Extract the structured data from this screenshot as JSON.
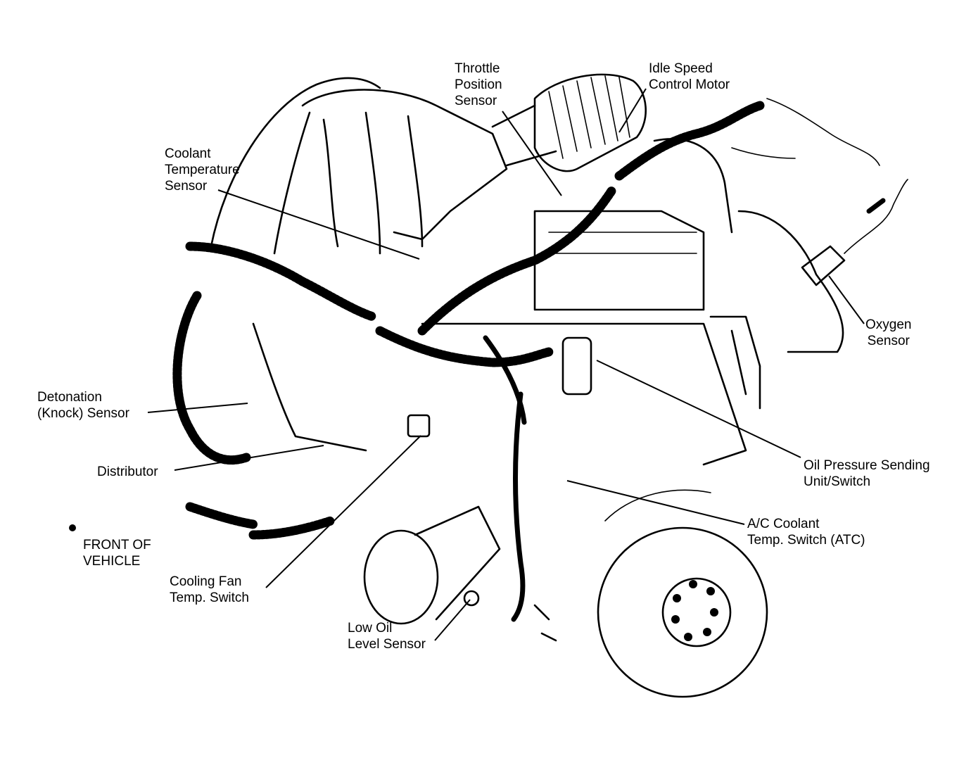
{
  "labels": {
    "throttle_position_sensor": [
      "Throttle",
      "Position",
      "Sensor"
    ],
    "idle_speed_control_motor": [
      "Idle Speed",
      "Control Motor"
    ],
    "coolant_temperature_sensor": [
      "Coolant",
      "Temperature",
      "Sensor"
    ],
    "oxygen_sensor": [
      "Oxygen",
      "Sensor"
    ],
    "detonation_knock_sensor": [
      "Detonation",
      "(Knock) Sensor"
    ],
    "distributor": [
      "Distributor"
    ],
    "oil_pressure_sending_unit": [
      "Oil Pressure Sending",
      "Unit/Switch"
    ],
    "ac_coolant_temp_switch": [
      "A/C Coolant",
      "Temp. Switch (ATC)"
    ],
    "front_of_vehicle": [
      "FRONT OF",
      "VEHICLE"
    ],
    "cooling_fan_temp_switch": [
      "Cooling Fan",
      "Temp. Switch"
    ],
    "low_oil_level_sensor": [
      "Low Oil",
      "Level Sensor"
    ]
  },
  "colors": {
    "ink": "#000000",
    "paper": "#ffffff"
  }
}
